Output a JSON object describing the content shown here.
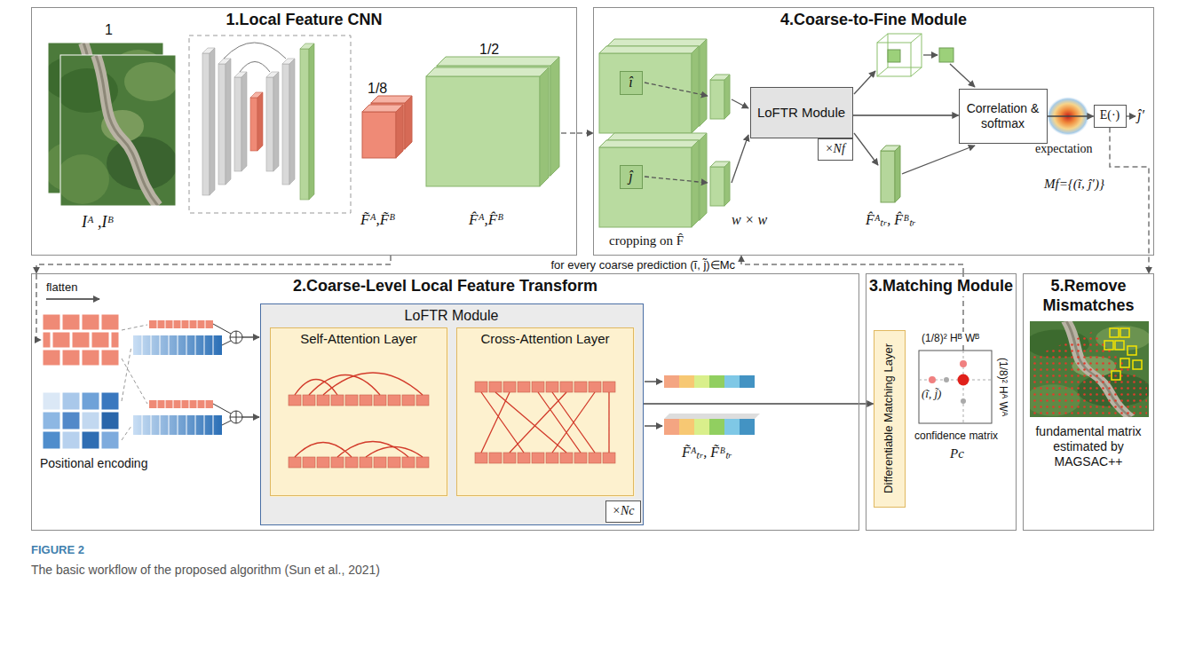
{
  "diagram": {
    "caption": "The basic workflow of the proposed algorithm (Sun et al., 2021)",
    "nodes": [
      {
        "text": [
          "1.Local Feature CNN"
        ]
      },
      {
        "text": [
          "4.Coarse-to-Fine Module"
        ]
      },
      {
        "text": [
          "î"
        ],
        "in": 1
      },
      {
        "text": [
          "ĵ"
        ],
        "in": 1
      },
      {
        "text": [
          "LoFTR Module"
        ],
        "in": 1
      },
      {
        "text": [
          "×Nf"
        ],
        "in": 1
      },
      {
        "text": [
          "Correlation & softmax"
        ],
        "in": 1
      },
      {
        "text": [
          "E(·)"
        ],
        "in": 1
      },
      {
        "text": [
          "2.Coarse-Level Local Feature Transform"
        ]
      },
      {
        "text": [
          "LoFTR Module"
        ],
        "in": 8
      },
      {
        "text": [
          "Self-Attention Layer"
        ],
        "in": 9
      },
      {
        "text": [
          "Cross-Attention Layer"
        ],
        "in": 9
      },
      {
        "text": [
          "×Nc"
        ],
        "in": 9
      },
      {
        "text": [
          "3.Matching Module"
        ]
      },
      {
        "text": [
          "Differentiable Matching Layer"
        ],
        "in": 13
      },
      {
        "text": [
          "5.Remove Mismatches"
        ]
      }
    ],
    "edges": [
      {
        "from": 0,
        "to": 8,
        "arrow": "to"
      },
      {
        "from": 0,
        "to": 1,
        "arrow": "to"
      },
      {
        "from": 4,
        "to": 6,
        "arrow": "to"
      },
      {
        "from": 6,
        "to": 7,
        "arrow": "to"
      },
      {
        "from": 7,
        "to": 15,
        "arrow": "to"
      },
      {
        "from": 9,
        "to": 14,
        "arrow": "to"
      },
      {
        "from": 13,
        "to": 1,
        "label": "for every coarse prediction (ĩ, j̃)∈Mc",
        "arrow": "to"
      }
    ],
    "labels": [
      "1",
      "Iᴬ ,Iᴮ",
      "1/8",
      "F̃ᴬ,F̃ᴮ",
      "1/2",
      "F̂ᴬ,F̂ᴮ",
      "cropping on F̂",
      "w × w",
      "F̂ᴬₜᵣ, F̂ᴮₜᵣ",
      "expectation",
      "Mf={(ĩ, ĵ′)}",
      "ĵ′",
      "flatten",
      "Positional encoding",
      "F̃ᴬₜᵣ, F̃ᴮₜᵣ",
      "(1/8)² Hᴮ Wᴮ",
      "(1/8)² Hᴬ Wᴬ",
      "(ĩ, j̃)",
      "confidence matrix",
      "Pc",
      "fundamental matrix estimated by MAGSAC++",
      "FIGURE 2"
    ]
  }
}
